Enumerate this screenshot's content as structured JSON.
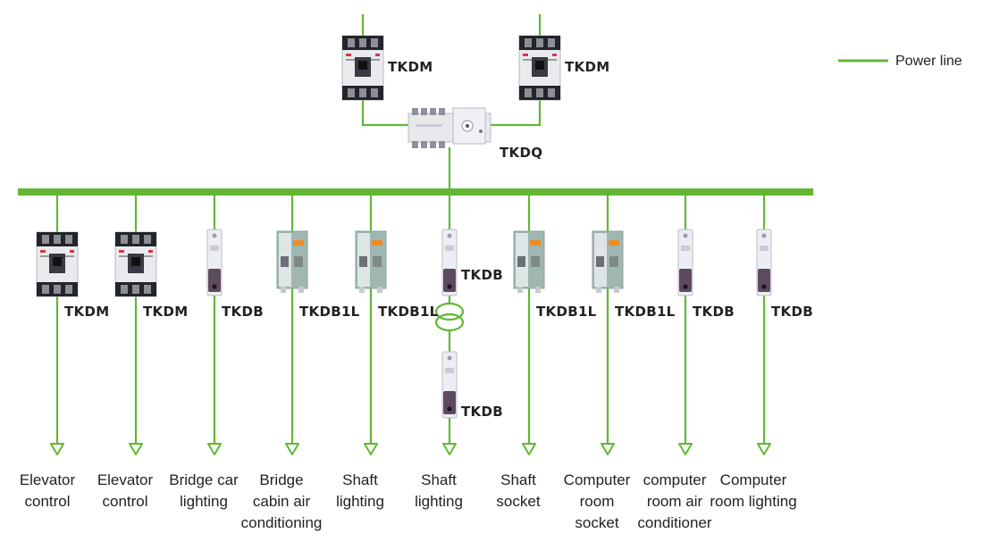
{
  "colors": {
    "power_line": "#62b734",
    "breaker_body": "#e9eaee",
    "breaker_dark": "#24252b",
    "rcbo_face": "#9fb7b0",
    "handle": "#5d4a5e",
    "text": "#222222"
  },
  "legend": {
    "label": "Power line"
  },
  "top_devices": {
    "left_label": "TKDM",
    "right_label": "TKDM",
    "switch_label": "TKDQ"
  },
  "branches": [
    {
      "device": "mccb",
      "label": "TKDM",
      "output": [
        "Elevator",
        "control"
      ]
    },
    {
      "device": "mccb",
      "label": "TKDM",
      "output": [
        "Elevator",
        "control"
      ]
    },
    {
      "device": "mcb",
      "label": "TKDB",
      "output": [
        "Bridge car",
        "lighting"
      ]
    },
    {
      "device": "rcbo",
      "label": "TKDB1L",
      "output": [
        "Bridge",
        "cabin air",
        "conditioning"
      ]
    },
    {
      "device": "rcbo",
      "label": "TKDB1L",
      "output": [
        "Shaft",
        "lighting"
      ]
    },
    {
      "device": "mcb",
      "label": "TKDB",
      "output": [
        "Shaft",
        "lighting"
      ],
      "transformer": true,
      "secondary_label": "TKDB"
    },
    {
      "device": "rcbo",
      "label": "TKDB1L",
      "output": [
        "Shaft",
        "socket"
      ]
    },
    {
      "device": "rcbo",
      "label": "TKDB1L",
      "output": [
        "Computer",
        "room",
        "socket"
      ]
    },
    {
      "device": "mcb",
      "label": "TKDB",
      "output": [
        "computer",
        "room air",
        "conditioner"
      ]
    },
    {
      "device": "mcb",
      "label": "TKDB",
      "output": [
        "Computer",
        "room lighting"
      ]
    }
  ]
}
